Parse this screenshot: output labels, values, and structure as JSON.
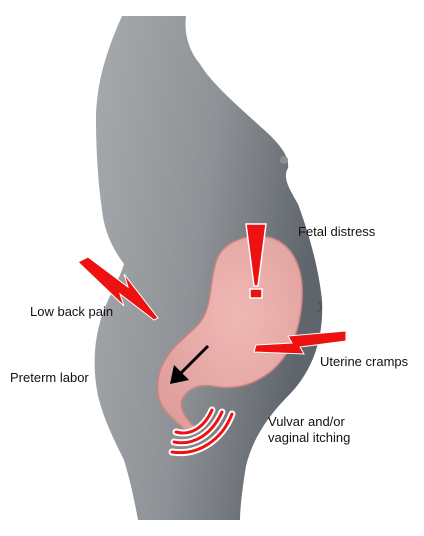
{
  "labels": {
    "fetal_distress": "Fetal distress",
    "low_back_pain": "Low back pain",
    "preterm_labor": "Preterm labor",
    "uterine_cramps": "Uterine cramps",
    "vulvar_itching_line1": "Vulvar and/or",
    "vulvar_itching_line2": "vaginal itching"
  },
  "colors": {
    "body_gradient_light": "#a7aaad",
    "body_gradient_dark": "#5f656c",
    "uterus_fill": "#e8a9a6",
    "uterus_stroke": "#c98582",
    "alert_red": "#ee1111",
    "arrow": "#000000",
    "text": "#111111"
  },
  "icons": {
    "fetal_distress": "exclamation-icon",
    "low_back_pain": "lightning-bolt-icon",
    "uterine_cramps": "lightning-bolt-icon",
    "vulvar_itching": "concentric-arcs-icon",
    "preterm_labor": "downward-arrow-icon"
  }
}
